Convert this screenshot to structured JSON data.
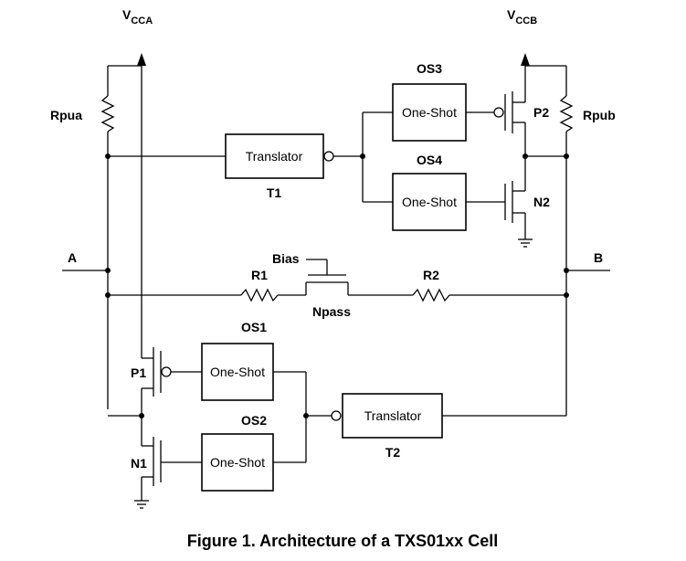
{
  "supplies": {
    "vcca": {
      "base": "V",
      "sub": "CCA"
    },
    "vccb": {
      "base": "V",
      "sub": "CCB"
    }
  },
  "resistors": {
    "rpua": "Rpua",
    "rpub": "Rpub",
    "r1": "R1",
    "r2": "R2"
  },
  "blocks": {
    "os1": {
      "name": "OS1",
      "label": "One-Shot"
    },
    "os2": {
      "name": "OS2",
      "label": "One-Shot"
    },
    "os3": {
      "name": "OS3",
      "label": "One-Shot"
    },
    "os4": {
      "name": "OS4",
      "label": "One-Shot"
    },
    "t1": {
      "name": "T1",
      "label": "Translator"
    },
    "t2": {
      "name": "T2",
      "label": "Translator"
    }
  },
  "transistors": {
    "p1": "P1",
    "n1": "N1",
    "p2": "P2",
    "n2": "N2",
    "npass": "Npass",
    "bias": "Bias"
  },
  "ports": {
    "a": "A",
    "b": "B"
  },
  "caption": "Figure 1. Architecture of a TXS01xx Cell"
}
